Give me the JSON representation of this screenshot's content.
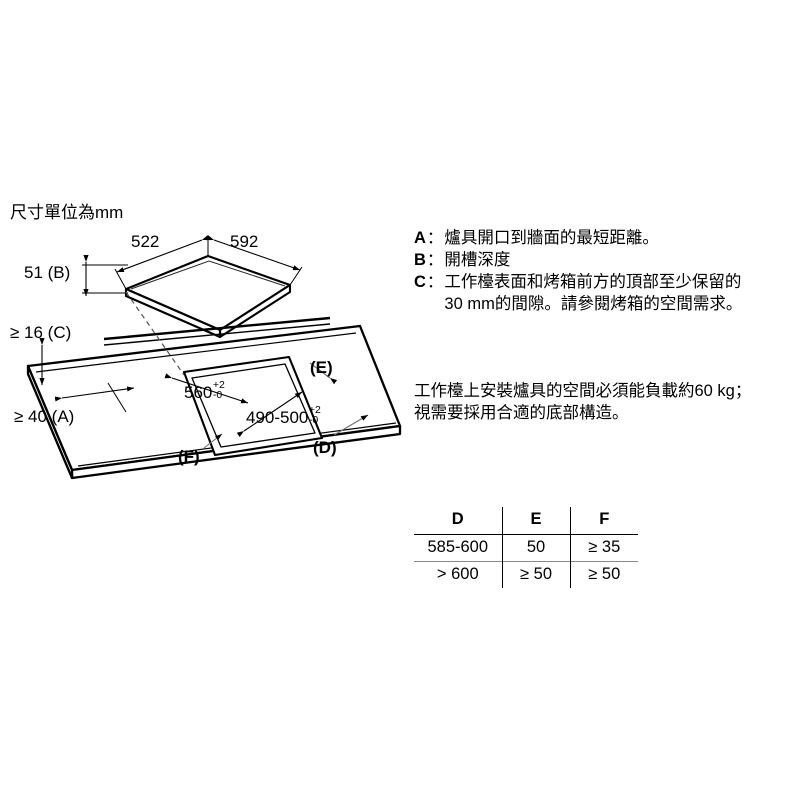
{
  "units_note": "尺寸單位為mm",
  "drawing": {
    "hob_dimensions": {
      "width_label": "592",
      "depth_label": "522",
      "height_label": "51 (B)"
    },
    "worktop_dimensions": {
      "thickness_label": "≥ 16 (C)",
      "wall_distance_label": "≥ 40 (A)"
    },
    "cutout": {
      "width_value": "560",
      "width_tol_plus": "+2",
      "width_tol_minus": "-0",
      "depth_value": "490-500",
      "depth_tol_plus": "+2",
      "depth_tol_minus": "-0"
    },
    "callouts": {
      "e": "(E)",
      "d": "(D)",
      "f": "(F)"
    }
  },
  "legend": {
    "items": [
      {
        "key": "A",
        "colon": "：",
        "text": "爐具開口到牆面的最短距離。"
      },
      {
        "key": "B",
        "colon": "：",
        "text": "開槽深度"
      },
      {
        "key": "C",
        "colon": "：",
        "text": "工作檯表面和烤箱前方的頂部至少保留的\n30 mm的間隙。請參閱烤箱的空間需求。"
      }
    ]
  },
  "load_note": "工作檯上安裝爐具的空間必須能負載約60 kg；\n視需要採用合適的底部構造。",
  "table": {
    "headers": [
      "D",
      "E",
      "F"
    ],
    "rows": [
      [
        "585-600",
        "50",
        "≥ 35"
      ],
      [
        "> 600",
        "≥ 50",
        "≥ 50"
      ]
    ]
  },
  "colors": {
    "line": "#000000",
    "background": "#ffffff",
    "leader": "#6e6e6e",
    "table_rule_soft": "#8a8a8a"
  }
}
